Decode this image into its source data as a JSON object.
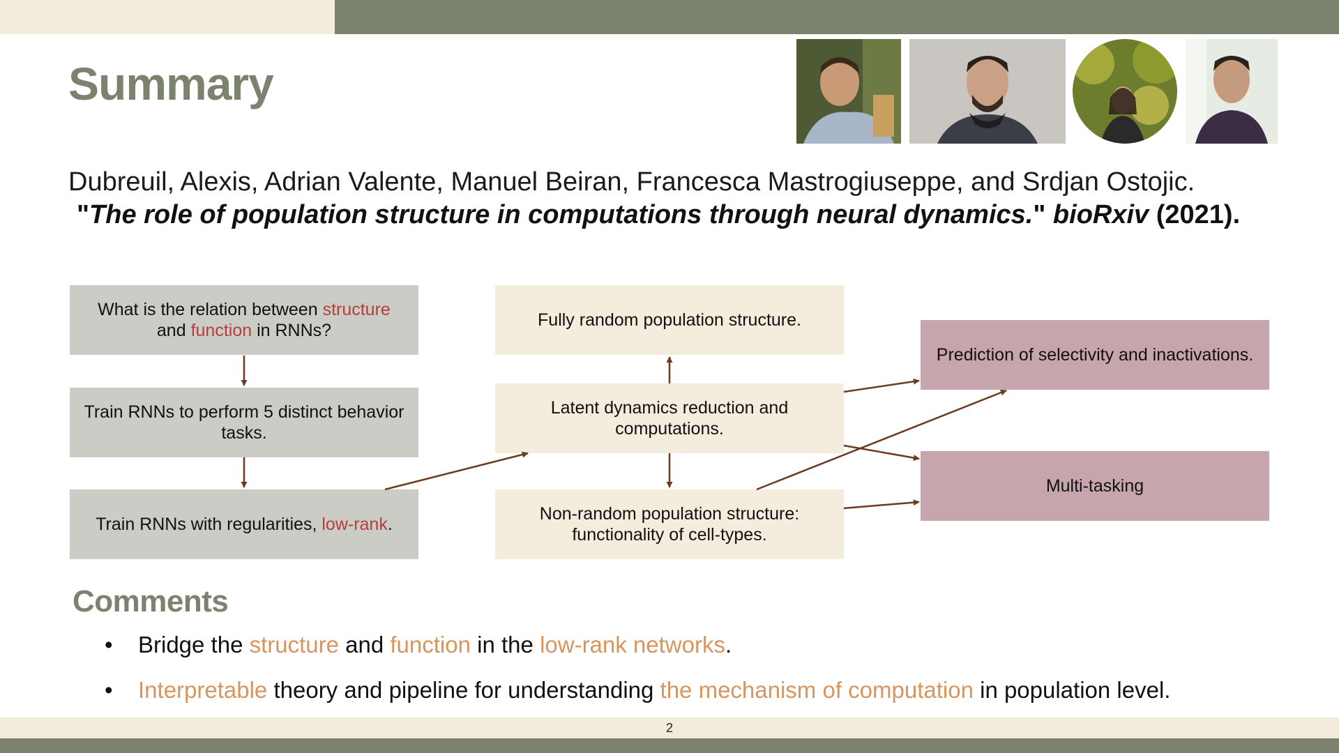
{
  "slide": {
    "title": "Summary",
    "page_number": "2"
  },
  "citation": {
    "authors": "Dubreuil, Alexis, Adrian Valente, Manuel Beiran, Francesca Mastrogiuseppe, and Srdjan Ostojic.",
    "quote_open": "\"",
    "paper_title": "The role of population structure in computations through neural dynamics.",
    "quote_close": "\" ",
    "venue": "bioRxiv",
    "year": " (2021)."
  },
  "diagram": {
    "q_box": {
      "a": "What is the relation between ",
      "b": "structure",
      "c": " and ",
      "d": "function",
      "e": " in RNNs?"
    },
    "train_tasks": "Train RNNs to perform 5 distinct behavior tasks.",
    "train_reg": {
      "a": "Train RNNs with regularities, ",
      "b": "low-rank",
      "c": "."
    },
    "fully_random": "Fully random population structure.",
    "latent": "Latent dynamics reduction and computations.",
    "non_random": "Non-random population structure: functionality of cell-types.",
    "prediction": "Prediction of selectivity and inactivations.",
    "multitask": "Multi-tasking"
  },
  "comments": {
    "title": "Comments",
    "bullet_glyph": "•",
    "b1": {
      "a": "Bridge the ",
      "b": "structure",
      "c": " and ",
      "d": "function",
      "e": " in the ",
      "f": "low-rank networks",
      "g": "."
    },
    "b2": {
      "a": "Interpretable",
      "b": " theory and pipeline for understanding ",
      "c": "the mechanism of computation",
      "d": " in population level."
    }
  },
  "colors": {
    "accent_olive": "#7b836f",
    "cream": "#f3ecdc",
    "gray_box": "#cbccc6",
    "rose_box": "#c7a5ad",
    "highlight_red": "#b83c3c",
    "highlight_orange": "#d8955c",
    "arrow_brown": "#6b3a1f"
  },
  "icons": {
    "photo_1": "author-photo",
    "photo_2": "author-photo",
    "photo_3": "author-photo",
    "photo_4": "author-photo"
  }
}
